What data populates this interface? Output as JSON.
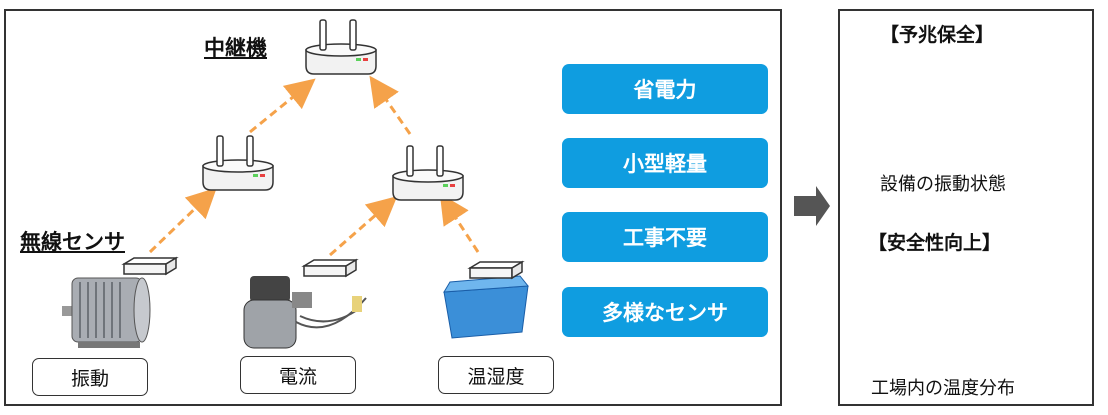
{
  "left": {
    "repeater_label": "中継機",
    "sensor_label": "無線センサ",
    "features": [
      "省電力",
      "小型軽量",
      "工事不要",
      "多様なセンサ"
    ],
    "measurements": [
      "振動",
      "電流",
      "温湿度"
    ]
  },
  "right": {
    "predictive_title": "【予兆保全】",
    "predictive_caption": "設備の振動状態",
    "safety_title": "【安全性向上】",
    "safety_caption": "工場内の温度分布"
  },
  "colors": {
    "feature_bg": "#0f9de0",
    "arrow_orange": "#f5a24a",
    "vibration_green": "#3db83a",
    "threshold_red": "#e8585a"
  }
}
